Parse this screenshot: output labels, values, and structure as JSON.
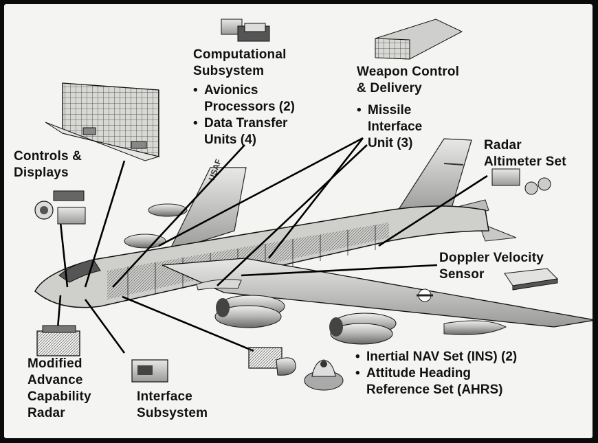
{
  "callouts": {
    "computational": {
      "title_lines": [
        "Computational",
        "Subsystem"
      ],
      "bullets": [
        {
          "lines": [
            "Avionics",
            "Processors (2)"
          ]
        },
        {
          "lines": [
            "Data Transfer",
            "Units (4)"
          ]
        }
      ]
    },
    "weapon_control": {
      "title_lines": [
        "Weapon Control",
        "& Delivery"
      ],
      "bullets": [
        {
          "lines": [
            "Missile",
            "Interface",
            "Unit (3)"
          ]
        }
      ]
    },
    "controls_displays": {
      "title_lines": [
        "Controls &",
        "Displays"
      ]
    },
    "radar_altimeter": {
      "title_lines": [
        "Radar",
        "Altimeter Set"
      ]
    },
    "doppler": {
      "title_lines": [
        "Doppler Velocity",
        "Sensor"
      ]
    },
    "radar": {
      "title_lines": [
        "Modified",
        "Advance",
        "Capability",
        "Radar"
      ]
    },
    "interface": {
      "title_lines": [
        "Interface",
        "Subsystem"
      ]
    },
    "navigation": {
      "bullets": [
        {
          "lines": [
            "Inertial NAV Set (INS) (2)"
          ]
        },
        {
          "lines": [
            "Attitude Heading",
            "Reference Set (AHRS)"
          ]
        }
      ]
    }
  },
  "aircraft": {
    "tail_marking": "USAF"
  },
  "bullet_glyph": "•"
}
